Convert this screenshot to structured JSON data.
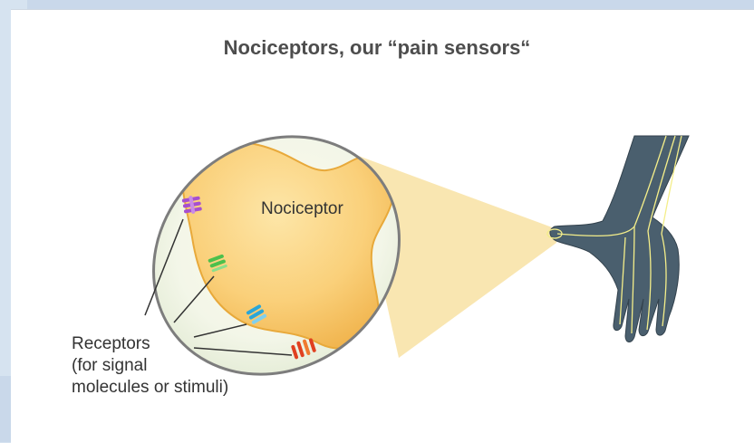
{
  "title": "Nociceptors, our “pain sensors“",
  "labels": {
    "nociceptor": "Nociceptor",
    "receptors_line1": "Receptors",
    "receptors_line2": "(for signal",
    "receptors_line3": "molecules or stimuli)"
  },
  "colors": {
    "cell_fill": "#f9d07a",
    "cell_edge": "#e8a93a",
    "zoom_cone": "#f8e3a8",
    "hand": "#4a5f6e",
    "nerve": "#f4ee8a",
    "receptor_purple": "#a64fd0",
    "receptor_green": "#4cc04c",
    "receptor_blue": "#2aa6d8",
    "receptor_red": "#e04020"
  }
}
